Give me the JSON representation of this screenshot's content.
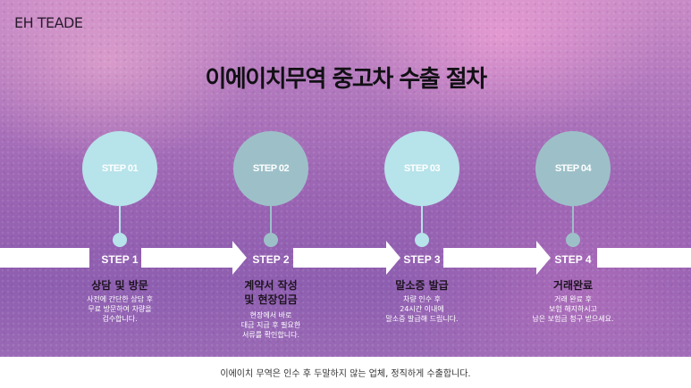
{
  "brand": "EH TEADE",
  "title": "이에이치무역 중고차 수출 절차",
  "colors": {
    "circle_light": "#b7e3ea",
    "circle_dark": "#9dc0c8",
    "node_light": "#b7e3ea",
    "node_dark": "#9dc0c8",
    "arrow": "#ffffff"
  },
  "steps": [
    {
      "badge": "STEP 01",
      "label": "STEP 1",
      "name": "상담 및 방문",
      "desc": "사전에 간단한 상담 후\n무료 방문하여 차량을\n검수합니다."
    },
    {
      "badge": "STEP 02",
      "label": "STEP 2",
      "name": "계약서 작성\n및 현장입금",
      "desc": "현장에서 바로\n대금 지급 후 필요한\n서류를 확인합니다."
    },
    {
      "badge": "STEP 03",
      "label": "STEP 3",
      "name": "말소증 발급",
      "desc": "차량 인수 후\n24시간 이내에\n말소증 발급해 드립니다."
    },
    {
      "badge": "STEP 04",
      "label": "STEP 4",
      "name": "거래완료",
      "desc": "거래 완료 후\n보험 해지하시고\n남은 보험금 청구 받으세요."
    }
  ],
  "footer": "이에이치 무역은 인수 후 두말하지 않는 업체, 정직하게 수출합니다."
}
